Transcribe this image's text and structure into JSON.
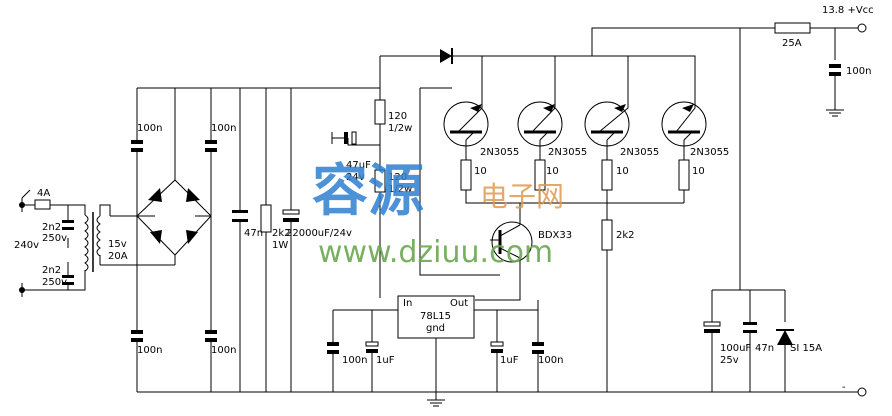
{
  "labels": {
    "vcc": "13.8 +Vcc",
    "neg": "-",
    "fuse_out": "25A",
    "c_out_small": "100n",
    "fuse_in": "4A",
    "mains": "240v",
    "c_mains_top": "2n2",
    "c_mains_top_v": "250v",
    "c_mains_bot": "2n2",
    "c_mains_bot_v": "250v",
    "transformer": "15v",
    "transformer_a": "20A",
    "c_bridge_tl": "100n",
    "c_bridge_tr": "100n",
    "c_bridge_bl": "100n",
    "c_bridge_br": "100n",
    "c_47n": "47n",
    "r_bleed": "2k2",
    "r_bleed_w": "1W",
    "c_main": "22000uF/24v",
    "r_120a": "120",
    "r_120a_w": "1/2w",
    "c_47u": "47uF",
    "c_47u_v": "24v",
    "r_120b": "120",
    "r_120b_w": "1/2w",
    "q1": "2N3055",
    "q2": "2N3055",
    "q3": "2N3055",
    "q4": "2N3055",
    "re1": "10",
    "re2": "10",
    "re3": "10",
    "re4": "10",
    "q_drv": "BDX33",
    "r_2k2": "2k2",
    "reg_in": "In",
    "reg_out": "Out",
    "reg_name": "78L15",
    "reg_gnd": "gnd",
    "c_reg_1": "100n",
    "c_reg_2": "1uF",
    "c_reg_3": "1uF",
    "c_reg_4": "100n",
    "c_out_big": "100uF",
    "c_out_big_v": "25v",
    "c_out_47n": "47n",
    "d_out": "SI 15A"
  },
  "watermark": {
    "cn_big": "容源",
    "cn_small": "电子网",
    "url": "www.dziuu.com"
  }
}
